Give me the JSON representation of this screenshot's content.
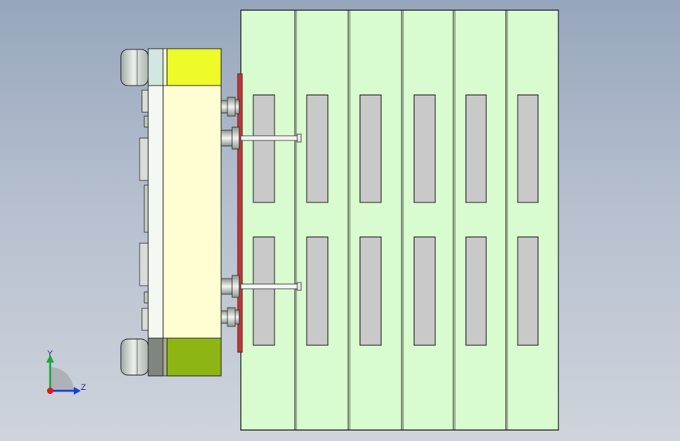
{
  "viewport": {
    "title": "",
    "background_top": "#97a6bd",
    "background_bottom": "#cfd4dc"
  },
  "model": {
    "plate_color": "#d9fbd0",
    "plate_count": 6,
    "slot_color": "#c9c9c9",
    "frame_color": "#fefed2",
    "accent_yellow": "#eefa2a",
    "accent_olive": "#8db513",
    "cap_color": "#c7d0c8",
    "red_strip_color": "#c02a2a"
  },
  "triad": {
    "y_label": "Y",
    "z_label": "Z",
    "y_color": "#1aa83a",
    "z_color": "#1c3be0",
    "origin_color": "#e01818",
    "icon": "coordinate-triad-icon"
  }
}
